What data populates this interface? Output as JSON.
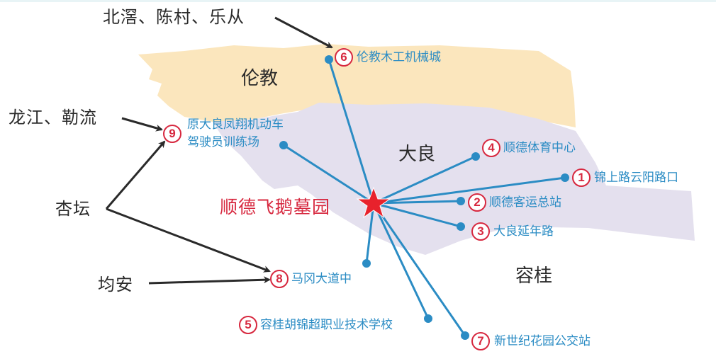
{
  "map": {
    "title": "顺德飞鹅墓园",
    "colors": {
      "lunjiao_region": "#fbe6bd",
      "daliang_region": "#e4e0ee",
      "route_line": "#2b8cc4",
      "marker_red": "#d7283f",
      "arrow": "#2a2a2a"
    },
    "districts": [
      {
        "name": "伦教"
      },
      {
        "name": "大良"
      },
      {
        "name": "容桂"
      }
    ],
    "origins": [
      {
        "label": "北滘、陈村、乐从",
        "target": 6
      },
      {
        "label": "龙江、勒流",
        "target": 9
      },
      {
        "label": "杏坛",
        "target": "9,8"
      },
      {
        "label": "均安",
        "target": 8
      }
    ],
    "stops": [
      {
        "num": "1",
        "name": "锦上路云阳路口"
      },
      {
        "num": "2",
        "name": "顺德客运总站"
      },
      {
        "num": "3",
        "name": "大良延年路"
      },
      {
        "num": "4",
        "name": "顺德体育中心"
      },
      {
        "num": "5",
        "name": "容桂胡锦超职业技术学校"
      },
      {
        "num": "6",
        "name": "伦教木工机械城"
      },
      {
        "num": "7",
        "name": "新世纪花园公交站"
      },
      {
        "num": "8",
        "name": "马冈大道中"
      },
      {
        "num": "9",
        "name": "原大良凤翔机动车",
        "name_line2": "驾驶员训练场"
      }
    ]
  }
}
